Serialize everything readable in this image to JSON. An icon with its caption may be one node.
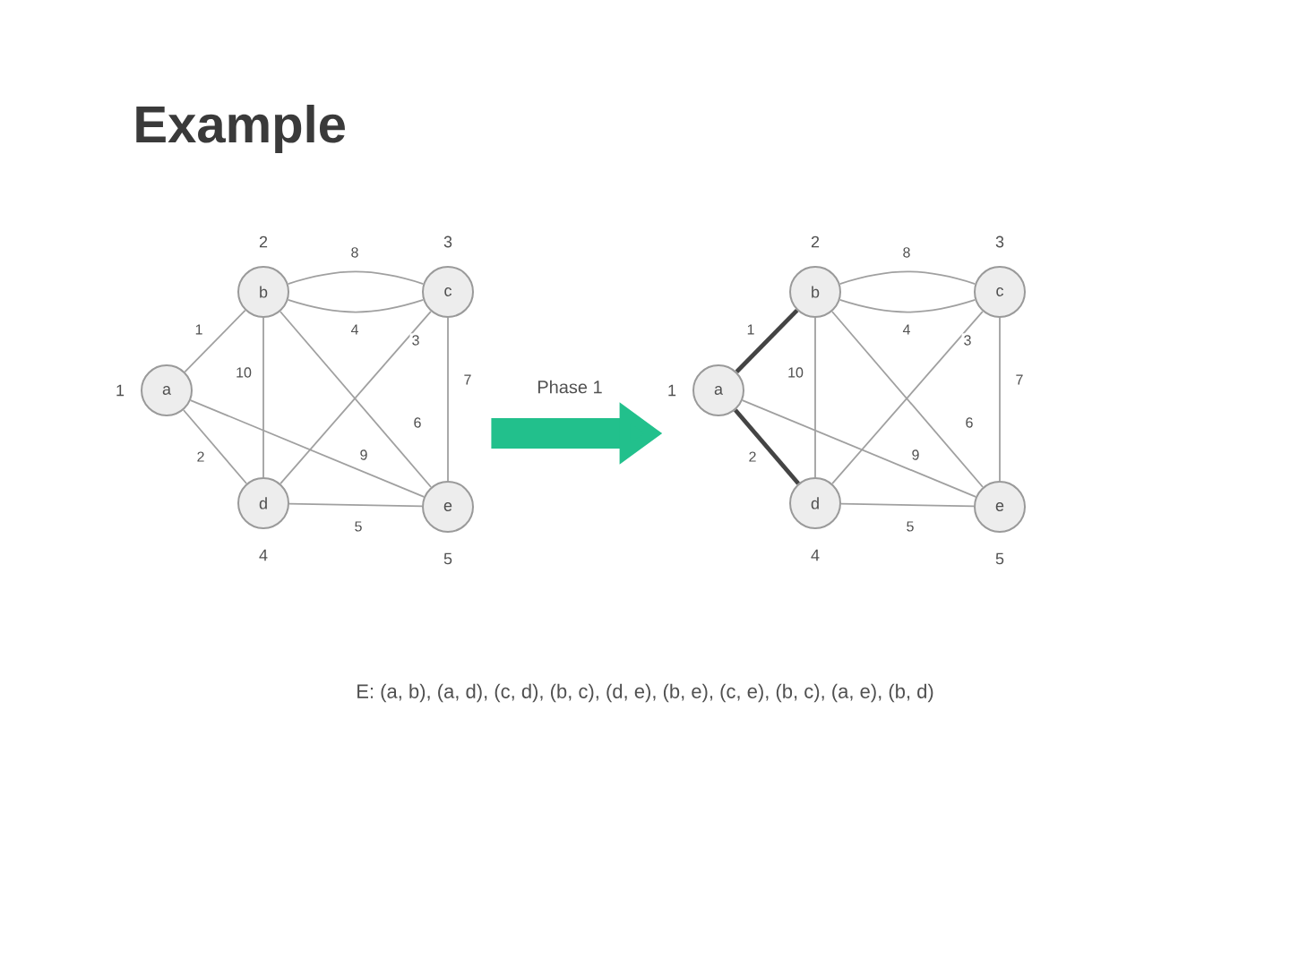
{
  "diagram": {
    "title": "Example",
    "nodes": [
      {
        "text": [],
        "shape": "picture"
      },
      {
        "text": [
          "a"
        ],
        "beside": [
          "1"
        ],
        "in": 0
      },
      {
        "text": [
          "b"
        ],
        "beside": [
          "2"
        ],
        "in": 0
      },
      {
        "text": [
          "c"
        ],
        "beside": [
          "3"
        ],
        "in": 0
      },
      {
        "text": [
          "d"
        ],
        "beside": [
          "4"
        ],
        "in": 0
      },
      {
        "text": [
          "e"
        ],
        "beside": [
          "5"
        ],
        "in": 0
      },
      {
        "text": [],
        "shape": "picture"
      },
      {
        "text": [
          "a"
        ],
        "beside": [
          "1"
        ],
        "in": 6
      },
      {
        "text": [
          "b"
        ],
        "beside": [
          "2"
        ],
        "in": 6
      },
      {
        "text": [
          "c"
        ],
        "beside": [
          "3"
        ],
        "in": 6
      },
      {
        "text": [
          "d"
        ],
        "beside": [
          "4"
        ],
        "in": 6
      },
      {
        "text": [
          "e"
        ],
        "beside": [
          "5"
        ],
        "in": 6
      }
    ],
    "edges": [
      {
        "from": 1,
        "to": 2,
        "arrow": "none",
        "label": "1"
      },
      {
        "from": 1,
        "to": 4,
        "arrow": "none",
        "label": "2"
      },
      {
        "from": 1,
        "to": 5,
        "arrow": "none",
        "label": "9"
      },
      {
        "from": 2,
        "to": 3,
        "arrow": "none",
        "label": "8"
      },
      {
        "from": 2,
        "to": 3,
        "arrow": "none",
        "label": "4"
      },
      {
        "from": 2,
        "to": 4,
        "arrow": "none",
        "label": "10"
      },
      {
        "from": 2,
        "to": 5,
        "arrow": "none",
        "label": "6"
      },
      {
        "from": 3,
        "to": 4,
        "arrow": "none",
        "label": "3"
      },
      {
        "from": 3,
        "to": 5,
        "arrow": "none",
        "label": "7"
      },
      {
        "from": 4,
        "to": 5,
        "arrow": "none",
        "label": "5"
      },
      {
        "from": 0,
        "to": 6,
        "arrow": "to",
        "label": "Phase 1",
        "style": "thick",
        "color": "#22c08c"
      },
      {
        "from": 7,
        "to": 8,
        "arrow": "none",
        "label": "1",
        "style": "thick",
        "color": "#444444"
      },
      {
        "from": 7,
        "to": 10,
        "arrow": "none",
        "label": "2",
        "style": "thick",
        "color": "#444444"
      },
      {
        "from": 7,
        "to": 11,
        "arrow": "none",
        "label": "9"
      },
      {
        "from": 8,
        "to": 9,
        "arrow": "none",
        "label": "8"
      },
      {
        "from": 8,
        "to": 9,
        "arrow": "none",
        "label": "4"
      },
      {
        "from": 8,
        "to": 10,
        "arrow": "none",
        "label": "10"
      },
      {
        "from": 8,
        "to": 11,
        "arrow": "none",
        "label": "6"
      },
      {
        "from": 9,
        "to": 10,
        "arrow": "none",
        "label": "3"
      },
      {
        "from": 9,
        "to": 11,
        "arrow": "none",
        "label": "7"
      },
      {
        "from": 10,
        "to": 11,
        "arrow": "none",
        "label": "5"
      }
    ],
    "labels": [
      "E: (a, b), (a, d), (c, d), (b, c), (d, e), (b, e), (c, e), (b, c), (a, e), (b, d)"
    ]
  }
}
